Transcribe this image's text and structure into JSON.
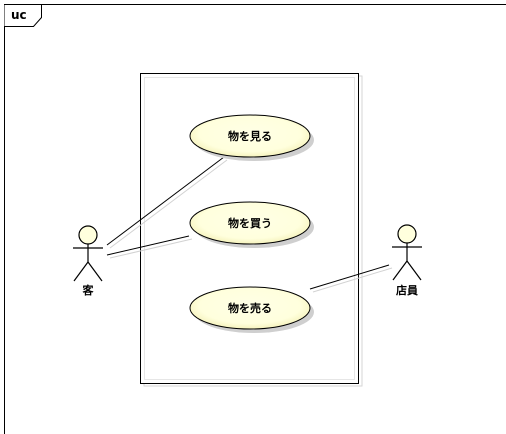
{
  "frame": {
    "tag": "uc"
  },
  "colors": {
    "usecase_fill": "#ffffdd",
    "usecase_fill_edge": "#f4f0b8",
    "line": "#000000",
    "shadow": "#cfcfcf",
    "background": "#ffffff"
  },
  "actors": {
    "customer": {
      "name": "客"
    },
    "clerk": {
      "name": "店員"
    }
  },
  "usecases": {
    "view": {
      "label": "物を見る"
    },
    "buy": {
      "label": "物を買う"
    },
    "sell": {
      "label": "物を売る"
    }
  }
}
